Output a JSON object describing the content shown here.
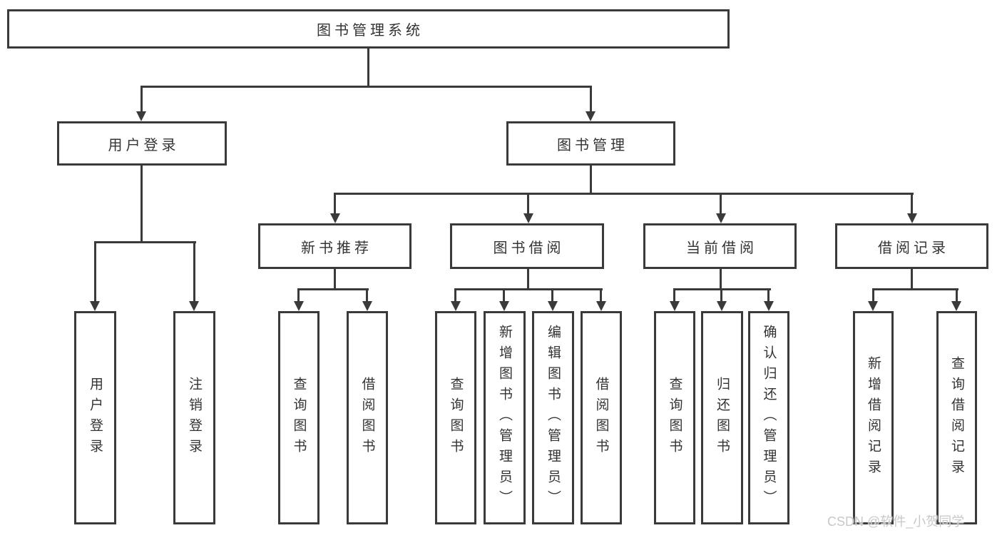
{
  "diagram": {
    "root": {
      "label": "图书管理系统"
    },
    "branches": [
      {
        "label": "用户登录",
        "children": [
          {
            "label": "用户登录"
          },
          {
            "label": "注销登录"
          }
        ]
      },
      {
        "label": "图书管理",
        "children": [
          {
            "label": "新书推荐",
            "children": [
              {
                "label": "查询图书"
              },
              {
                "label": "借阅图书"
              }
            ]
          },
          {
            "label": "图书借阅",
            "children": [
              {
                "label": "查询图书"
              },
              {
                "label": "新增图书（管理员）"
              },
              {
                "label": "编辑图书（管理员）"
              },
              {
                "label": "借阅图书"
              }
            ]
          },
          {
            "label": "当前借阅",
            "children": [
              {
                "label": "查询图书"
              },
              {
                "label": "归还图书"
              },
              {
                "label": "确认归还（管理员）"
              }
            ]
          },
          {
            "label": "借阅记录",
            "children": [
              {
                "label": "新增借阅记录"
              },
              {
                "label": "查询借阅记录"
              }
            ]
          }
        ]
      }
    ]
  },
  "watermark": {
    "text": "CSDN @软件_小贺同学"
  },
  "colors": {
    "stroke": "#3a3a3a",
    "text": "#333333",
    "watermark": "#c8c8c8",
    "background": "#ffffff"
  }
}
